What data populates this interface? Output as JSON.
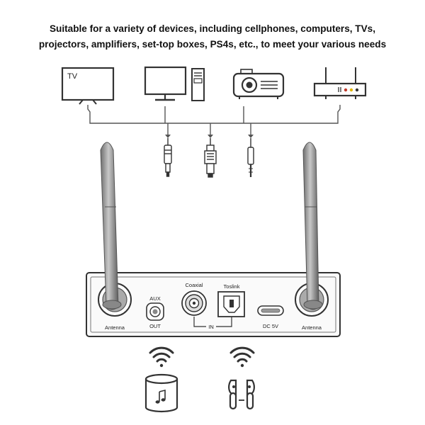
{
  "header": {
    "line1": "Suitable for a variety of devices, including cellphones, computers, TVs,",
    "line2": "projectors, amplifiers, set-top boxes, PS4s, etc., to meet your various needs"
  },
  "devices": {
    "tv_label": "TV",
    "items": [
      "tv-icon",
      "computer-icon",
      "projector-icon",
      "set-top-box-icon"
    ]
  },
  "cables": [
    "rca-coaxial-plug-icon",
    "toslink-optical-plug-icon",
    "aux-3.5mm-plug-icon"
  ],
  "receiver": {
    "left_antenna_label": "Antenna",
    "right_antenna_label": "Antenna",
    "aux_top": "AUX",
    "aux_bottom": "OUT",
    "coaxial_label": "Coaxial",
    "toslink_label": "Toslink",
    "in_label": "IN",
    "dc_label": "DC 5V"
  },
  "outputs": [
    "speaker-icon",
    "earbuds-icon"
  ],
  "colors": {
    "stroke": "#333333",
    "antenna": "#8a8a8a"
  }
}
